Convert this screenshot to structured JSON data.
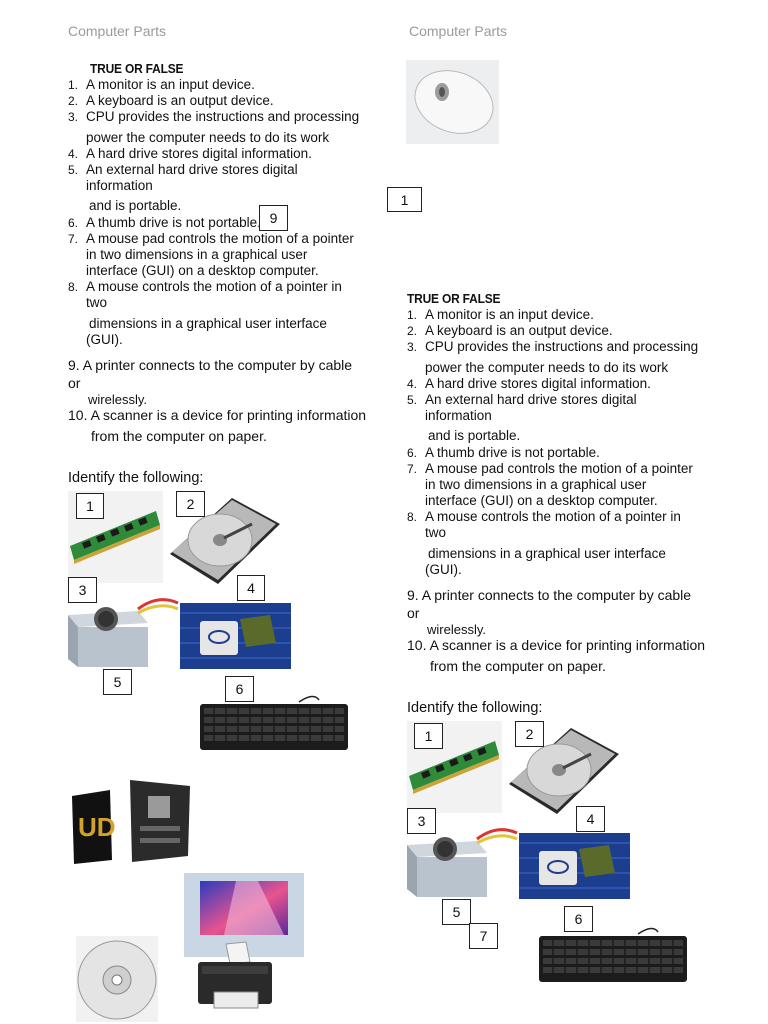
{
  "left": {
    "header": "Computer Parts",
    "quiz": {
      "title": "TRUE OR FALSE",
      "items": [
        {
          "n": "1.",
          "lines": [
            "A monitor is an input device."
          ]
        },
        {
          "n": "2.",
          "lines": [
            "A keyboard is an output device."
          ]
        },
        {
          "n": "3.",
          "lines": [
            "CPU provides the instructions and processing"
          ]
        },
        {
          "n": "",
          "lines": [
            "power the computer needs to do its work"
          ]
        },
        {
          "n": "4.",
          "lines": [
            "A hard drive stores digital information."
          ]
        },
        {
          "n": "5.",
          "lines": [
            "An external hard drive stores digital",
            "information"
          ]
        },
        {
          "n": "",
          "lines": [
            "and is portable."
          ]
        },
        {
          "n": "6.",
          "lines": [
            "A thumb drive is not portable."
          ]
        },
        {
          "n": "7.",
          "lines": [
            "A mouse pad controls the motion of a pointer",
            "in two dimensions in a graphical user",
            "interface (GUI) on a desktop computer."
          ]
        },
        {
          "n": "8.",
          "lines": [
            "A mouse controls the motion of a pointer in",
            "two"
          ]
        },
        {
          "n": "",
          "lines": [
            "dimensions in a graphical user interface",
            "(GUI)."
          ]
        }
      ],
      "q9": [
        "9. A printer connects to the computer by cable",
        "or",
        "wirelessly."
      ],
      "q10": [
        "10. A scanner is a device for printing information",
        "from the computer on paper."
      ]
    },
    "identify": "Identify the following:",
    "boxes": {
      "b1": "1",
      "b2": "2",
      "b3": "3",
      "b4": "4",
      "b5": "5",
      "b6": "6",
      "b9": "9"
    }
  },
  "right": {
    "header": "Computer Parts",
    "box1": "1",
    "quiz": {
      "title": "TRUE OR FALSE",
      "items": [
        {
          "n": "1.",
          "lines": [
            "A monitor is an input device."
          ]
        },
        {
          "n": "2.",
          "lines": [
            "A keyboard is an output device."
          ]
        },
        {
          "n": "3.",
          "lines": [
            "CPU provides the instructions and processing"
          ]
        },
        {
          "n": "",
          "lines": [
            "power the computer needs to do its work"
          ]
        },
        {
          "n": "4.",
          "lines": [
            "A hard drive stores digital information."
          ]
        },
        {
          "n": "5.",
          "lines": [
            "An external hard drive stores digital",
            "information"
          ]
        },
        {
          "n": "",
          "lines": [
            "and is portable."
          ]
        },
        {
          "n": "6.",
          "lines": [
            "A thumb drive is not portable."
          ]
        },
        {
          "n": "7.",
          "lines": [
            "A mouse pad controls the motion of a pointer",
            "in two dimensions in a graphical user",
            "interface (GUI) on a desktop computer."
          ]
        },
        {
          "n": "8.",
          "lines": [
            "A mouse controls the motion of a pointer in",
            "two"
          ]
        },
        {
          "n": "",
          "lines": [
            "dimensions in a graphical user interface",
            "(GUI)."
          ]
        }
      ],
      "q9": [
        "9. A printer connects to the computer by cable",
        "or",
        "wirelessly."
      ],
      "q10": [
        "10. A scanner is a device for printing information",
        "from the computer on paper."
      ]
    },
    "identify": "Identify the following:",
    "boxes": {
      "b1": "1",
      "b2": "2",
      "b3": "3",
      "b4": "4",
      "b5": "5",
      "b6": "6",
      "b7": "7"
    }
  }
}
